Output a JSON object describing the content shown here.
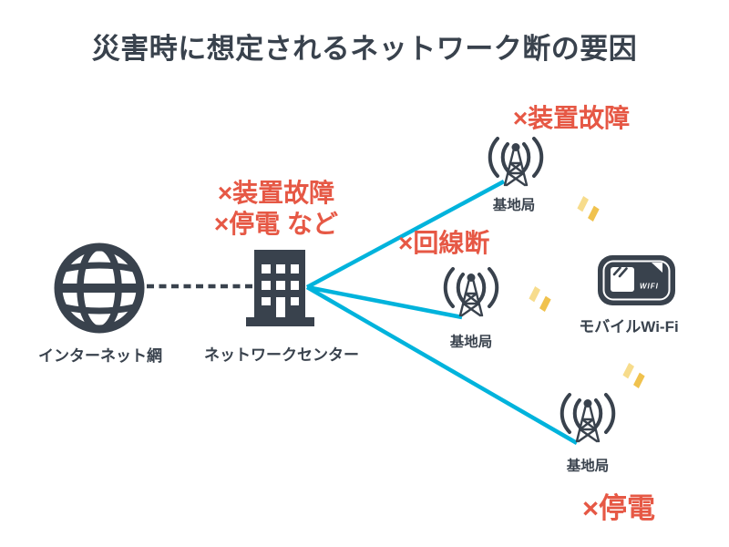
{
  "title": "災害時に想定されるネットワーク断の要因",
  "colors": {
    "dark": "#39424d",
    "red": "#e65845",
    "cyan": "#00b3dc",
    "bolt-light": "#f7dc8c",
    "bolt-dark": "#f0c24e",
    "background": "#ffffff"
  },
  "nodes": {
    "internet": {
      "label": "インターネット網"
    },
    "network_center": {
      "label": "ネットワークセンター"
    },
    "base_station_top": {
      "label": "基地局"
    },
    "base_station_middle": {
      "label": "基地局"
    },
    "base_station_bottom": {
      "label": "基地局"
    },
    "mobile_wifi": {
      "label": "モバイルWi-Fi",
      "device_text": "WIFI"
    }
  },
  "annotations": {
    "network_center_failure_line1": "×装置故障",
    "network_center_failure_line2": "×停電 など",
    "base_top_failure": "×装置故障",
    "line_failure": "×回線断",
    "base_bottom_failure": "×停電"
  }
}
